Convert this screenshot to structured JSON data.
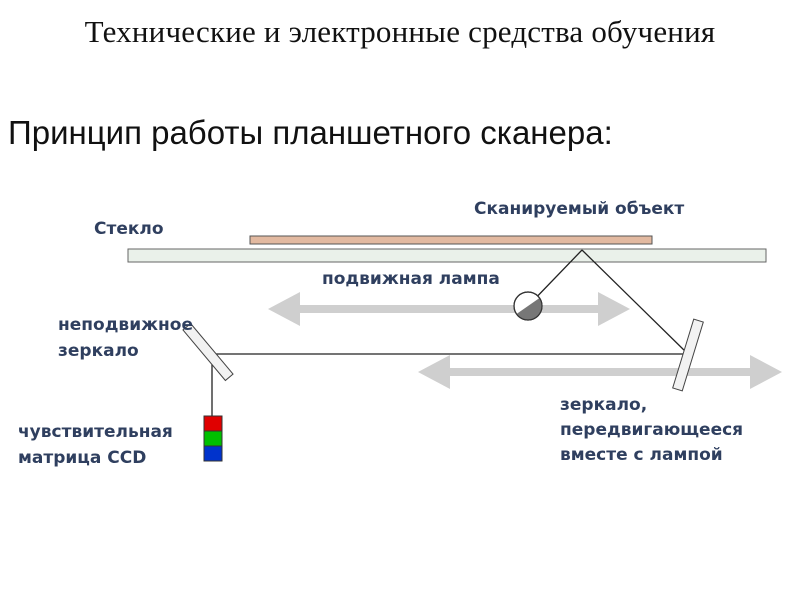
{
  "header": {
    "title": "Технические и электронные средства обучения"
  },
  "subtitle": "Принцип работы планшетного сканера:",
  "diagram": {
    "labels": {
      "glass": "Стекло",
      "scanned_object": "Сканируемый объект",
      "moving_lamp": "подвижная лампа",
      "fixed_mirror": [
        "неподвижное",
        "зеркало"
      ],
      "ccd": [
        "чувствительная",
        "матрица CCD"
      ],
      "moving_mirror": [
        "зеркало,",
        "передвигающееся",
        "вместе с лампой"
      ]
    },
    "colors": {
      "glass_fill": "#eaf1ea",
      "object_fill": "#e2b9a0",
      "arrow": "#cfcfcf",
      "ccd": [
        "#e00000",
        "#00c000",
        "#0033cc"
      ]
    }
  }
}
